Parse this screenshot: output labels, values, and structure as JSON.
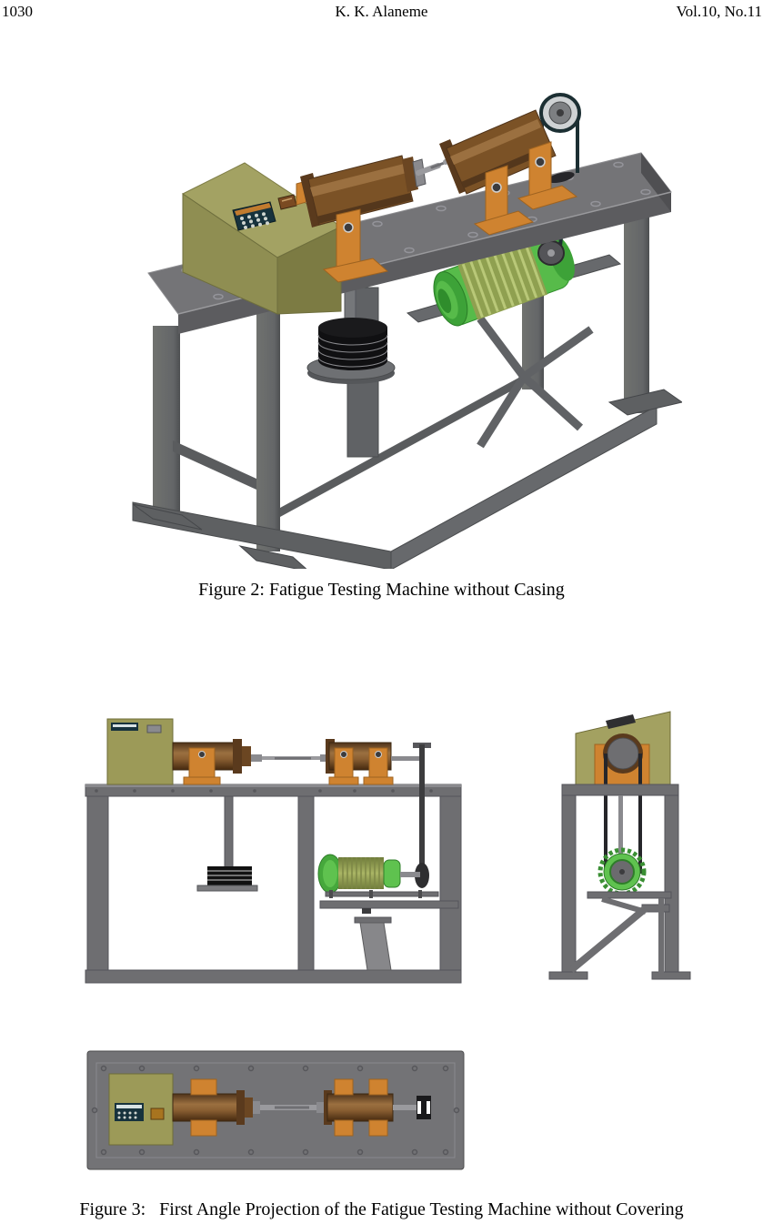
{
  "header": {
    "page_number": "1030",
    "author": "K. K. Alaneme",
    "issue": "Vol.10, No.11"
  },
  "figures": {
    "figure2": {
      "caption": "Figure 2: Fatigue Testing Machine without Casing"
    },
    "figure3": {
      "caption": "Figure 3:   First Angle Projection of the Fatigue Testing Machine without Covering"
    }
  },
  "palette": {
    "frame_gray": "#6a6c6e",
    "frame_gray_dark": "#525456",
    "tabletop_gray": "#747477",
    "apron_gray": "#5c5c5f",
    "control_box_olive_light": "#a3a263",
    "control_box_olive": "#8f8e52",
    "control_box_olive_dark": "#6e6e3d",
    "support_orange": "#cf8330",
    "support_orange_dark": "#9e6320",
    "chuck_brown": "#7b5226",
    "chuck_brown_light": "#9b7040",
    "chuck_brown_dark": "#4f331a",
    "motor_green": "#57bb4a",
    "motor_green_dark": "#2f8d2c",
    "motor_drum_khaki": "#8fa050",
    "keypad_navy": "#17323d",
    "belt_black": "#1c2f33",
    "weight_black": "#101012"
  }
}
